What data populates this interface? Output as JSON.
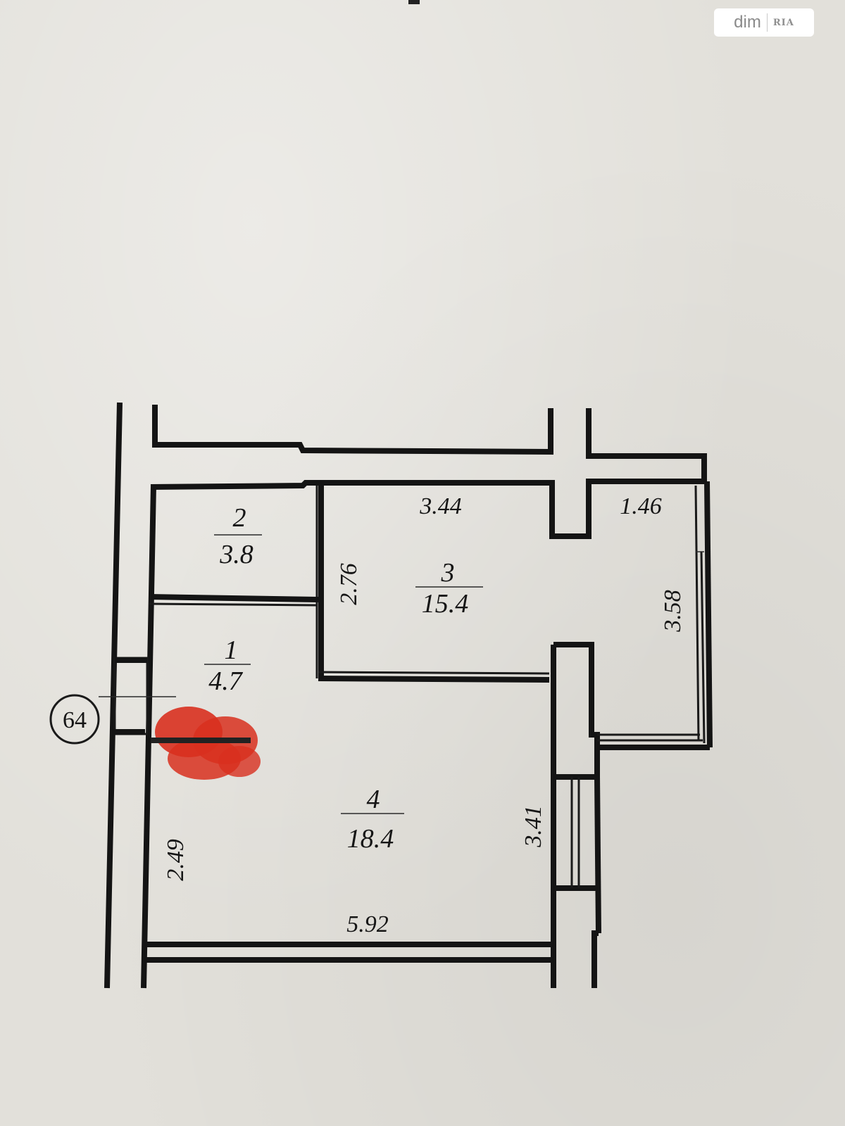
{
  "watermark": {
    "brand": "dim",
    "logo": "RIA"
  },
  "marker": {
    "label": "64"
  },
  "rooms": [
    {
      "number": "1",
      "area": "4.7"
    },
    {
      "number": "2",
      "area": "3.8"
    },
    {
      "number": "3",
      "area": "15.4"
    },
    {
      "number": "4",
      "area": "18.4"
    }
  ],
  "dimensions": {
    "room3_width": "3.44",
    "balcony_width": "1.46",
    "room3_height": "2.76",
    "balcony_height": "3.58",
    "room4_height": "3.41",
    "hall_height": "2.49",
    "room4_width": "5.92"
  },
  "colors": {
    "paper": "#e2e0da",
    "ink": "#141414",
    "redaction": "#d8301f"
  }
}
